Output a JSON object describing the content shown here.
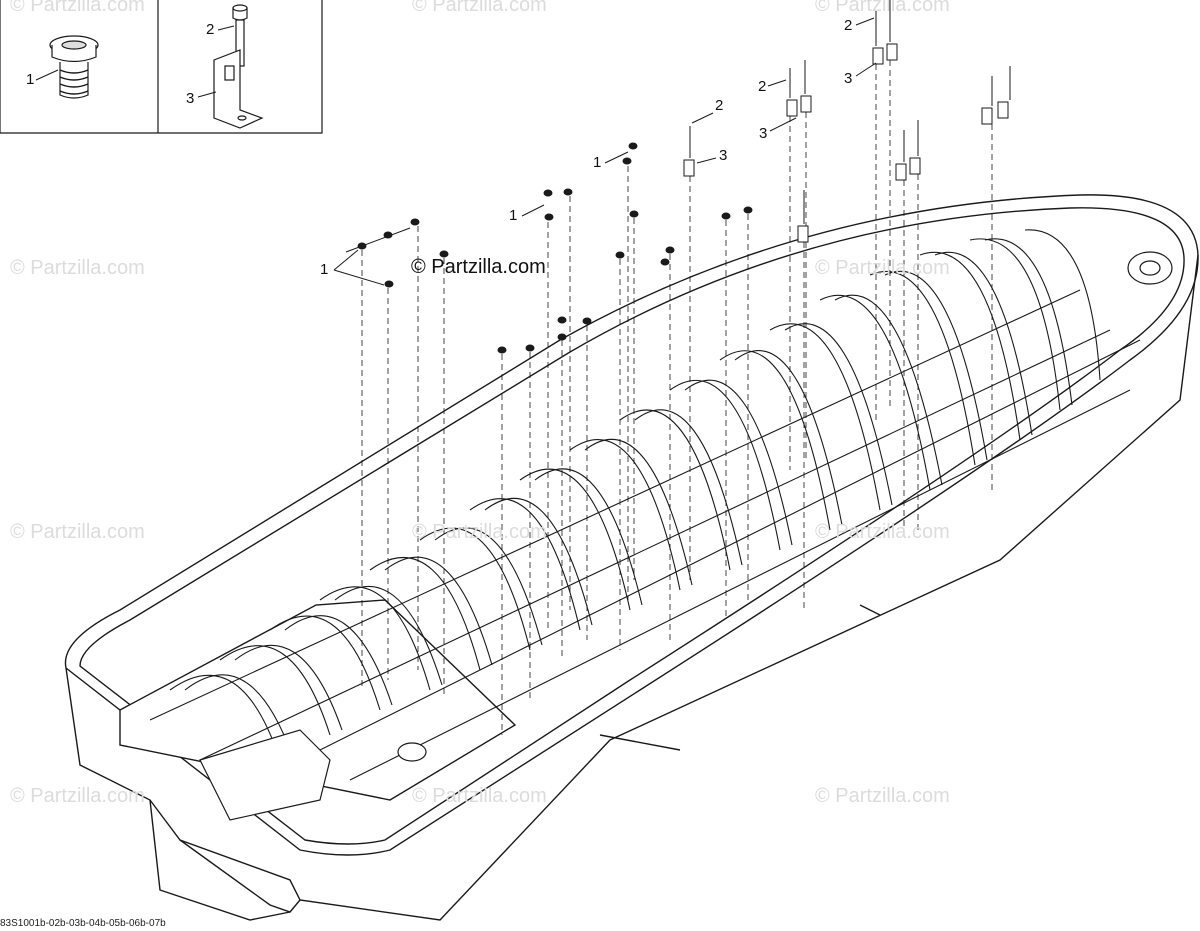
{
  "watermarks": [
    "© Partzilla.com"
  ],
  "copyright": "© Partzilla.com",
  "drawing_number": "83S1001b-02b-03b-04b-05b-06b-07b",
  "callouts": {
    "one": "1",
    "two": "2",
    "three": "3"
  },
  "icons": {
    "plug": "threaded-plug-icon",
    "bolt": "bolt-icon",
    "bracket": "bracket-icon",
    "screw": "screw-icon"
  },
  "colors": {
    "line": "#1a1a1a",
    "dash": "#333333",
    "watermark": "#dcdcdc",
    "background": "#ffffff"
  }
}
